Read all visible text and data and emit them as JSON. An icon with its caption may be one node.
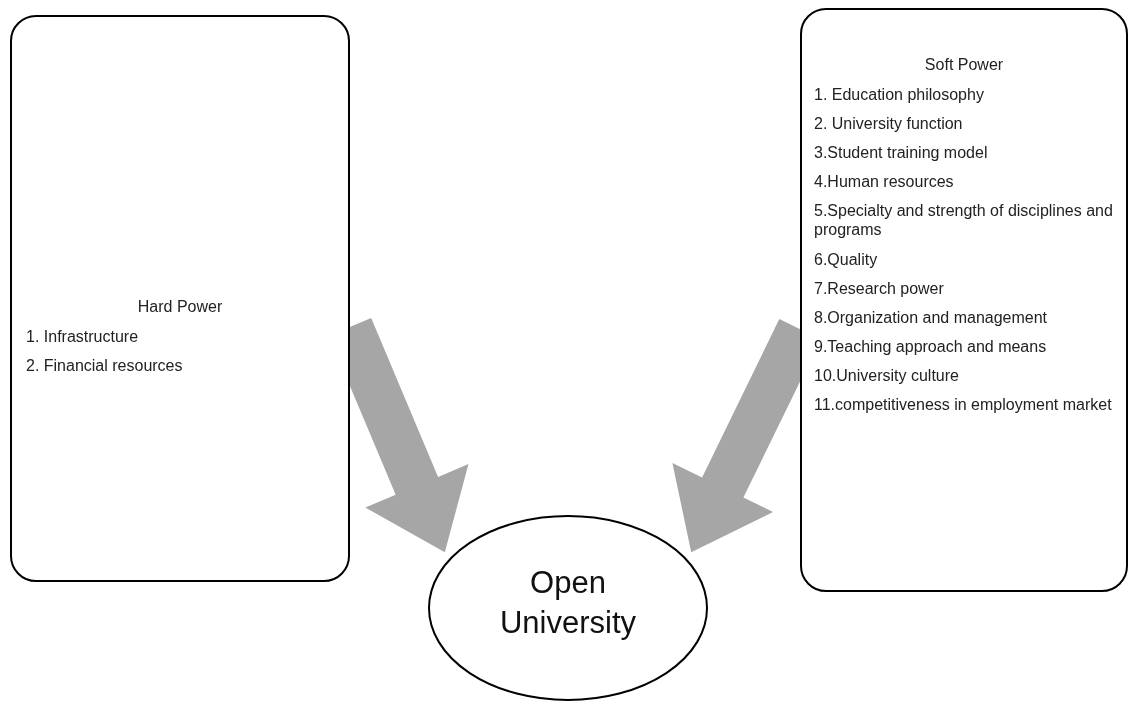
{
  "diagram": {
    "nodes": [
      {
        "text": [
          "Hard Power",
          "1. Infrastructure",
          "2. Financial resources"
        ]
      },
      {
        "text": [
          "Soft Power",
          "1. Education philosophy",
          "2. University function",
          "3.Student training model",
          "4.Human resources",
          "5.Specialty and strength of disciplines and programs",
          "6.Quality",
          "7.Research power",
          "8.Organization and management",
          "9.Teaching approach and means",
          "10.University culture",
          "11.competitiveness in employment market"
        ]
      },
      {
        "text": [
          "Open University"
        ]
      }
    ],
    "edges": [
      {
        "from": 0,
        "to": 2,
        "arrow": "to"
      },
      {
        "from": 1,
        "to": 2,
        "arrow": "to"
      }
    ]
  }
}
